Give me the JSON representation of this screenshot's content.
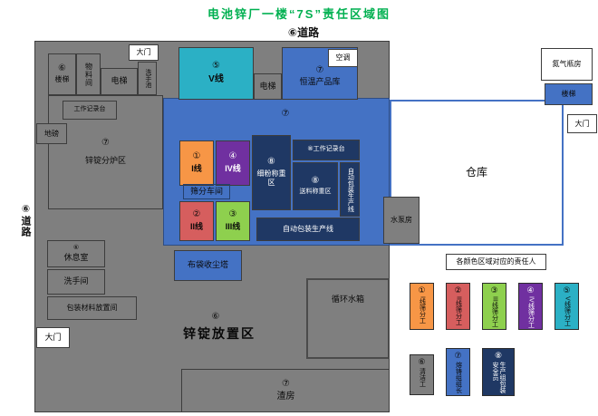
{
  "title": "电池锌厂一楼“7S”责任区域图",
  "roads": {
    "top": "⑥道路",
    "left": "⑥道路"
  },
  "plant": {
    "gate_top": "大门",
    "stairs_tl": {
      "num": "⑥",
      "label": "楼梯"
    },
    "materials_room": "物料间",
    "elevator_1": "电梯",
    "wash_pool": "洗手池",
    "v_line": {
      "num": "⑤",
      "label": "V线"
    },
    "elevator_2": "电梯",
    "temp_warehouse": {
      "num": "⑦",
      "label": "恒温产品库"
    },
    "ac": "空调",
    "nitrogen_room": "氮气瓶房",
    "stairs_right": "楼梯",
    "gate_right": "大门",
    "work_record_1": "工作记录台",
    "weighbridge": "地磅",
    "furnace_area": {
      "num": "⑦",
      "label": "锌锭分炉区"
    },
    "blue_zone_num": "⑦",
    "line1": {
      "num": "①",
      "label": "I线"
    },
    "line4": {
      "num": "④",
      "label": "IV线"
    },
    "fine_powder": {
      "num": "⑧",
      "label": "细粉称重区"
    },
    "work_record_2": {
      "num": "⑧",
      "label": "工作记录台"
    },
    "feed_weigh": {
      "num": "⑧",
      "label": "送料称重区"
    },
    "auto_pack_v": "自动包装生产线",
    "screening_workshop": "筛分车间",
    "line2": {
      "num": "②",
      "label": "II线"
    },
    "line3": {
      "num": "③",
      "label": "III线"
    },
    "auto_pack_h": "自动包装生产线",
    "warehouse": "仓库",
    "pump_room": "水泵房",
    "rest_room": {
      "num": "⑥",
      "label": "休息室"
    },
    "washroom": "洗手间",
    "packing_material_room": "包装材料放置间",
    "dust_tower": "布袋收尘塔",
    "ingot_area": {
      "num": "⑥",
      "label": "锌锭放置区"
    },
    "gate_bottom": "大门",
    "water_tank": "循环水箱",
    "slag_room": {
      "num": "⑦",
      "label": "渣房"
    }
  },
  "legend": {
    "title": "各颜色区域对应的责任人",
    "items": [
      {
        "num": "①",
        "label": "I线筛分工",
        "color": "#f79646"
      },
      {
        "num": "②",
        "label": "II线筛分工",
        "color": "#d65e5e"
      },
      {
        "num": "③",
        "label": "III线筛分工",
        "color": "#8ed04e"
      },
      {
        "num": "④",
        "label": "IV线筛分工",
        "color": "#7030a0"
      },
      {
        "num": "⑤",
        "label": "V线筛分工",
        "color": "#2bb0c5"
      },
      {
        "num": "⑥",
        "label": "清洁工",
        "color": "#7f7f7f"
      },
      {
        "num": "⑦",
        "label": "熔铸组组长",
        "color": "#4472c4"
      },
      {
        "num": "⑧",
        "label": "生产组包装安全员",
        "color": "#1f3864"
      }
    ]
  },
  "colors": {
    "title": "#00b050",
    "zone_gray": "#7f7f7f",
    "zone_blue": "#4472c4",
    "zone_navy": "#1f3864"
  }
}
